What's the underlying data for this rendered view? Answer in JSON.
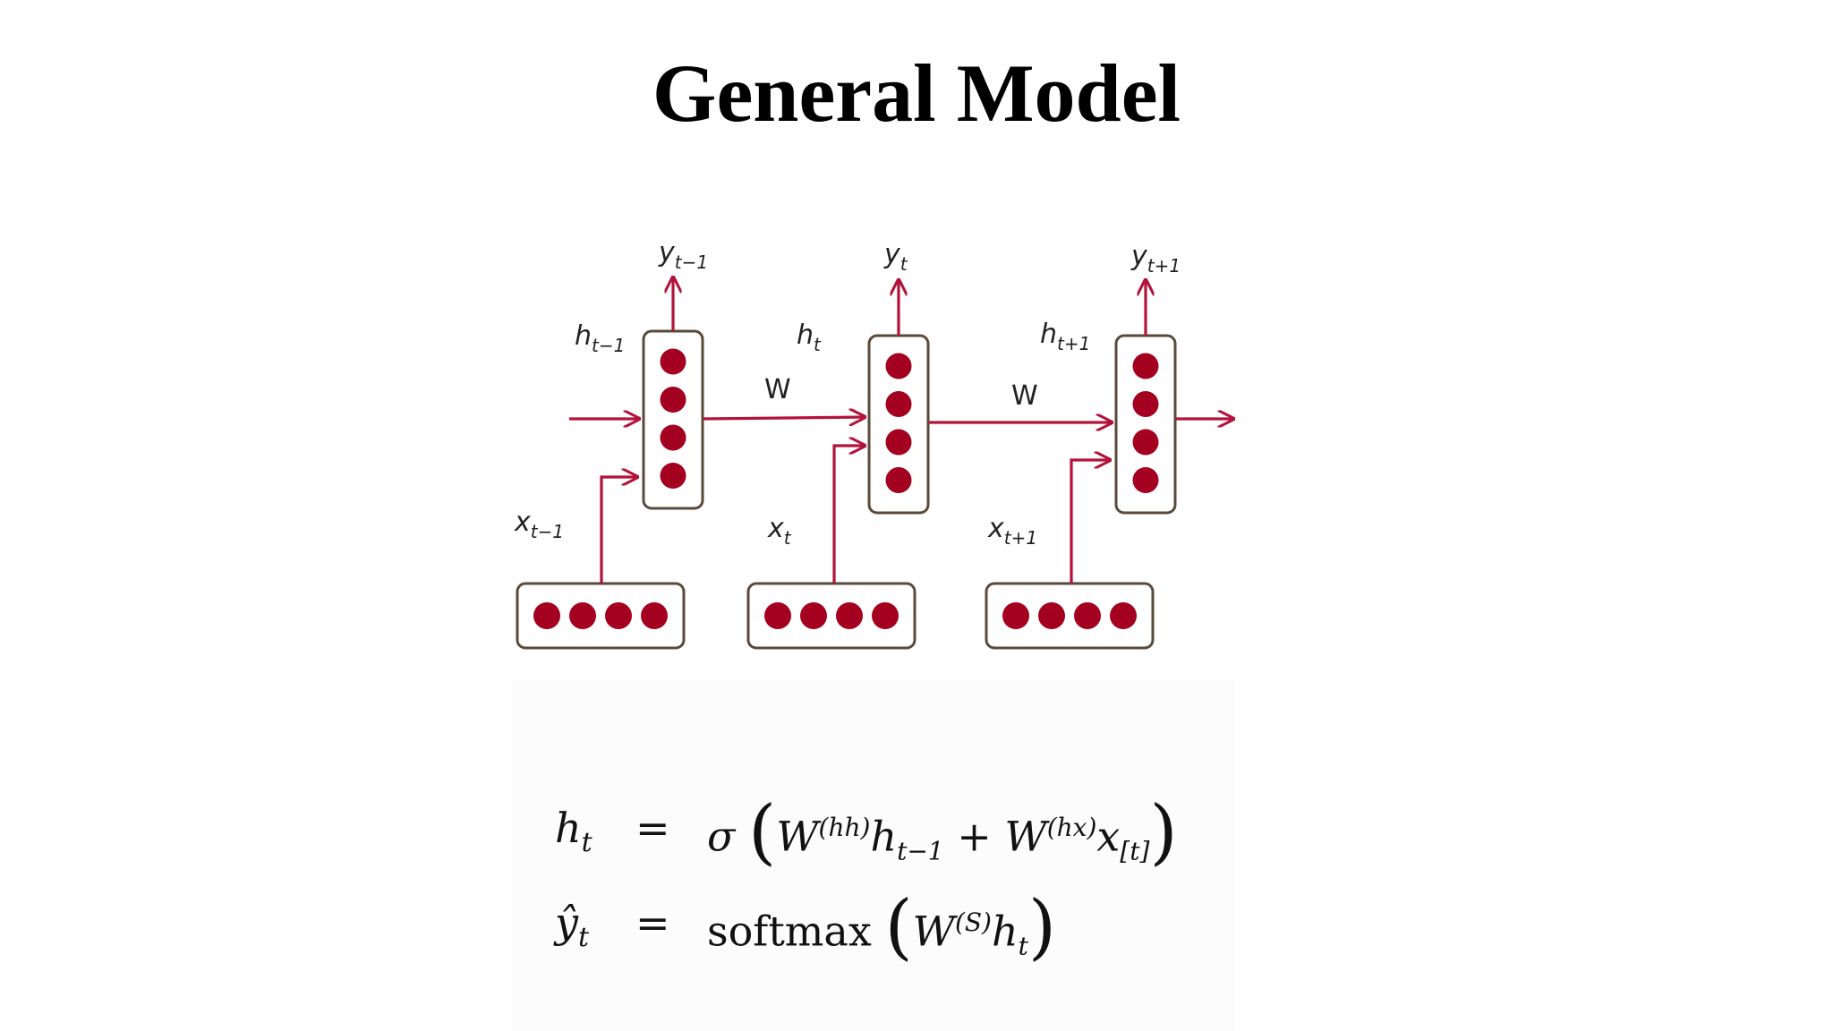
{
  "title": "General Model",
  "diagram": {
    "colors": {
      "node": "#a40020",
      "arrow": "#b3133a",
      "box_border": "#5a4a3a",
      "label": "#222222"
    },
    "hidden_states": [
      {
        "label": "h",
        "sub": "t−1"
      },
      {
        "label": "h",
        "sub": "t"
      },
      {
        "label": "h",
        "sub": "t+1"
      }
    ],
    "outputs": [
      {
        "label": "y",
        "sub": "t−1"
      },
      {
        "label": "y",
        "sub": "t"
      },
      {
        "label": "y",
        "sub": "t+1"
      }
    ],
    "inputs": [
      {
        "label": "x",
        "sub": "t−1"
      },
      {
        "label": "x",
        "sub": "t"
      },
      {
        "label": "x",
        "sub": "t+1"
      }
    ],
    "weight_labels": [
      "W",
      "W"
    ],
    "units_per_vector": 4
  },
  "equations": [
    {
      "lhs": "h",
      "lhs_sub": "t",
      "eq": "=",
      "rhs": "σ ( W^(hh) h_{t−1} + W^(hx) x_[t] )",
      "parts": {
        "func": "σ",
        "open": "(",
        "w1": "W",
        "w1_sup": "(hh)",
        "h": "h",
        "h_sub": "t−1",
        "plus": "+",
        "w2": "W",
        "w2_sup": "(hx)",
        "x": "x",
        "x_sub": "[t]",
        "close": ")"
      }
    },
    {
      "lhs": "ŷ",
      "lhs_sub": "t",
      "eq": "=",
      "rhs": "softmax ( W^(S) h_t )",
      "parts": {
        "func": "softmax",
        "open": "(",
        "w": "W",
        "w_sup": "(S)",
        "h": "h",
        "h_sub": "t",
        "close": ")"
      }
    }
  ]
}
